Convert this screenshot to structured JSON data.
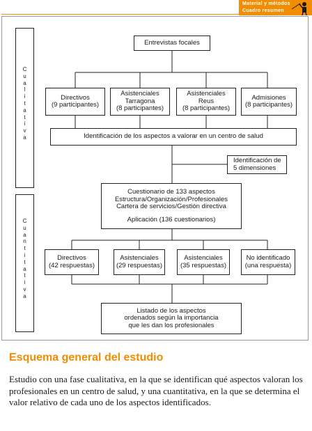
{
  "header": {
    "tag_line1": "Material y métodos",
    "tag_line2": "Cuadro resumen",
    "accent_color": "#f28c00"
  },
  "phases": {
    "qualitative": [
      "C",
      "u",
      "a",
      "l",
      "i",
      "t",
      "a",
      "t",
      "i",
      "v",
      "a"
    ],
    "quantitative": [
      "C",
      "u",
      "a",
      "n",
      "t",
      "i",
      "t",
      "a",
      "t",
      "i",
      "v",
      "a"
    ]
  },
  "flow": {
    "focus_groups": "Entrevistas focales",
    "groups": [
      {
        "line1": "Directivos",
        "line2": "(9 participantes)"
      },
      {
        "line1": "Asistenciales",
        "line2": "Tarragona",
        "line3": "(8 participantes)"
      },
      {
        "line1": "Asistenciales",
        "line2": "Reus",
        "line3": "(8 participantes)"
      },
      {
        "line1": "Admisiones",
        "line2": "(8 participantes)"
      }
    ],
    "identification": "Identificación de los aspectos a valorar en un centro de salud",
    "dimensions": {
      "line1": "Identificación de",
      "line2": "5 dimensiones"
    },
    "questionnaire": {
      "line1": "Cuestionario de 133 aspectos",
      "line2": "Estructura/Organización/Profesionales",
      "line3": "Cartera de servicios/Gestión directiva",
      "line4": "Aplicación (136 cuestionarios)"
    },
    "responses": [
      {
        "line1": "Directivos",
        "line2": "(42 respuestas)"
      },
      {
        "line1": "Asistenciales",
        "line2": "(29 respuestas)"
      },
      {
        "line1": "Asistenciales",
        "line2": "(35 respuestas)"
      },
      {
        "line1": "No identificado",
        "line2": "(una respuesta)"
      }
    ],
    "result": {
      "line1": "Listado de los aspectos",
      "line2": "ordenados según la importancia",
      "line3": "que les dan los profesionales"
    }
  },
  "caption": {
    "title": "Esquema general del estudio",
    "text": "Estudio con una fase cualitativa, en la que se identifican qué aspectos valoran los profesionales en un centro de salud, y una cuantitativa, en la que se determina el valor relativo de cada uno de los aspectos identificados."
  }
}
